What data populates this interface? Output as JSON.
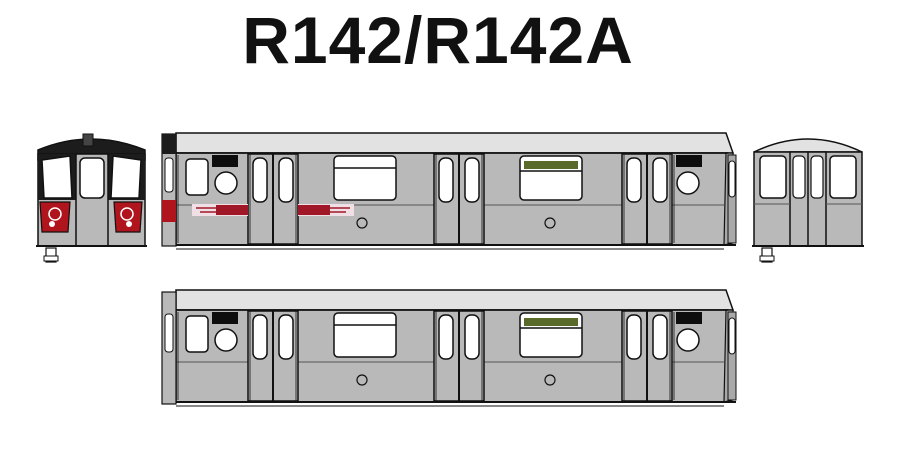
{
  "title": "R142/R142A",
  "colors": {
    "body": "#b9b9b9",
    "roof": "#e2e2e2",
    "outline": "#111111",
    "window": "#ffffff",
    "cab_front": "#1c1c1c",
    "front_panel_red": "#b0141c",
    "stripe_red": "#a01828",
    "sign_green": "#5a6a2a",
    "route_sign": "#0d0d0d"
  },
  "views": [
    "cab-front-view",
    "car-side-view-a",
    "rear-end-view",
    "car-side-view-b"
  ]
}
